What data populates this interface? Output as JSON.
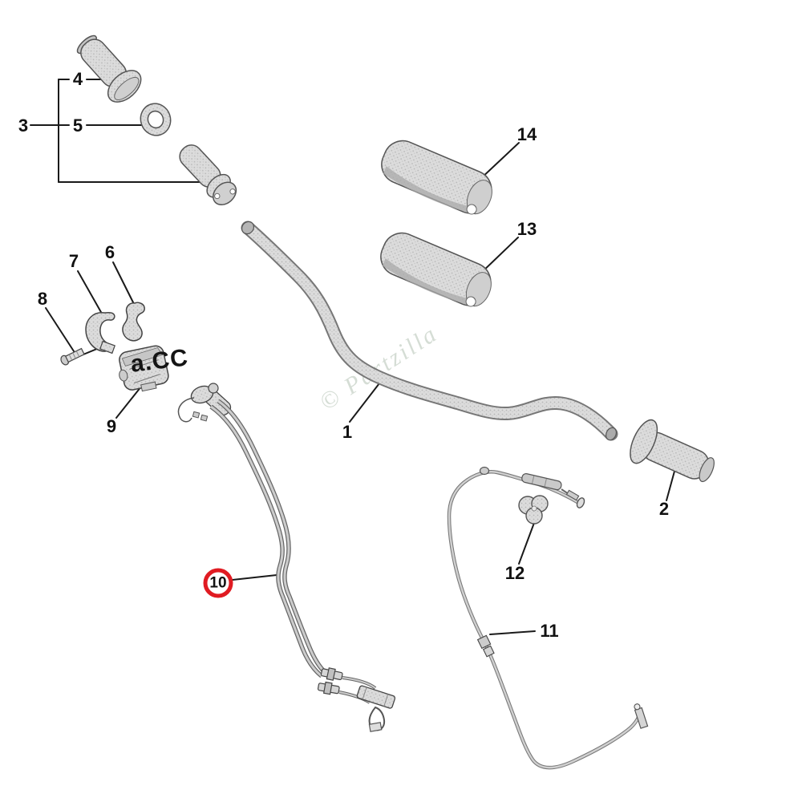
{
  "diagram": {
    "kind": "exploded-parts-diagram",
    "subject": "handlebar-assembly",
    "watermark": {
      "light_text": "© Partzilla",
      "dark_fragment": "a.CC"
    },
    "colors": {
      "highlight": "#e01b22",
      "line": "#1a1a1a",
      "part_fill": "#dcdcdc"
    },
    "callouts": [
      {
        "label": "1",
        "part": "handlebar"
      },
      {
        "label": "2",
        "part": "grip-right"
      },
      {
        "label": "3",
        "part": "grip-assembly-group"
      },
      {
        "label": "4",
        "part": "grip-left"
      },
      {
        "label": "5",
        "part": "collar-washer"
      },
      {
        "label": "6",
        "part": "handle-holder-upper"
      },
      {
        "label": "7",
        "part": "handle-holder-clamp"
      },
      {
        "label": "8",
        "part": "screw"
      },
      {
        "label": "9",
        "part": "switch-housing"
      },
      {
        "label": "10",
        "part": "throttle-cable-set",
        "highlighted": true
      },
      {
        "label": "11",
        "part": "clutch-cable"
      },
      {
        "label": "12",
        "part": "cable-guide"
      },
      {
        "label": "13",
        "part": "handlebar-pad-lower"
      },
      {
        "label": "14",
        "part": "handlebar-pad-upper"
      }
    ]
  }
}
